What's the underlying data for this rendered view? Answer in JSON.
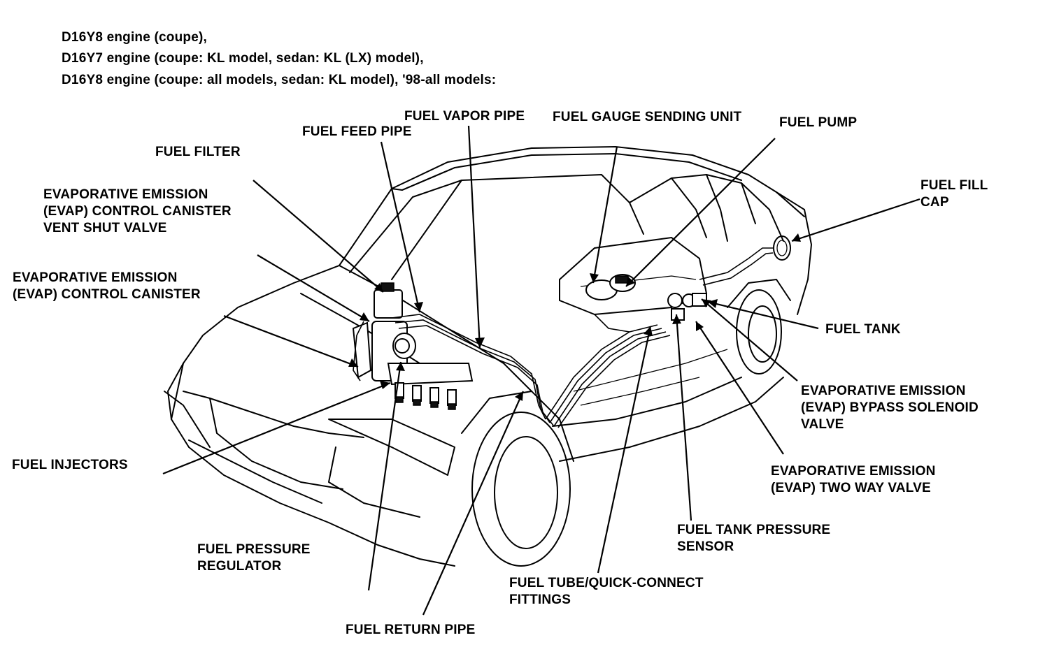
{
  "header": {
    "line1": "D16Y8 engine (coupe),",
    "line2": "D16Y7 engine (coupe: KL model, sedan: KL (LX) model),",
    "line3": "D16Y8 engine (coupe: all models, sedan: KL model), '98-all models:"
  },
  "labels": {
    "fuel_vapor_pipe": [
      "FUEL VAPOR PIPE"
    ],
    "fuel_feed_pipe": [
      "FUEL FEED PIPE"
    ],
    "fuel_gauge_sending_unit": [
      "FUEL GAUGE SENDING UNIT"
    ],
    "fuel_pump": [
      "FUEL PUMP"
    ],
    "fuel_filter": [
      "FUEL FILTER"
    ],
    "fuel_fill_cap": [
      "FUEL FILL",
      "CAP"
    ],
    "evap_vent_shut_valve": [
      "EVAPORATIVE EMISSION",
      "(EVAP) CONTROL CANISTER",
      "VENT SHUT VALVE"
    ],
    "evap_canister": [
      "EVAPORATIVE EMISSION",
      "(EVAP) CONTROL CANISTER"
    ],
    "fuel_tank": [
      "FUEL TANK"
    ],
    "evap_bypass_solenoid_valve": [
      "EVAPORATIVE EMISSION",
      "(EVAP) BYPASS SOLENOID",
      "VALVE"
    ],
    "fuel_injectors": [
      "FUEL INJECTORS"
    ],
    "evap_two_way_valve": [
      "EVAPORATIVE EMISSION",
      "(EVAP) TWO WAY VALVE"
    ],
    "fuel_tank_pressure_sensor": [
      "FUEL TANK PRESSURE",
      "SENSOR"
    ],
    "fuel_pressure_regulator": [
      "FUEL PRESSURE",
      "REGULATOR"
    ],
    "fuel_tube_quick_connect": [
      "FUEL TUBE/QUICK-CONNECT",
      "FITTINGS"
    ],
    "fuel_return_pipe": [
      "FUEL RETURN PIPE"
    ]
  }
}
